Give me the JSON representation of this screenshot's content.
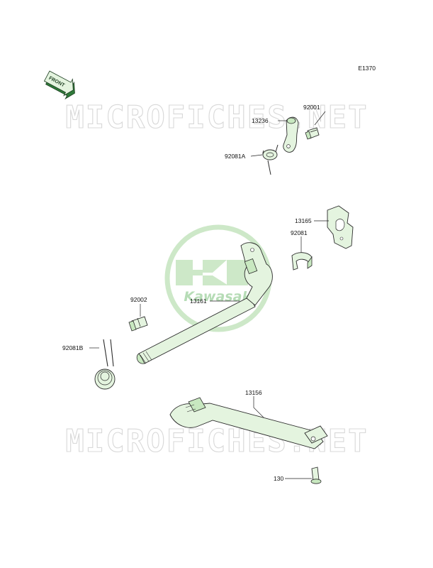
{
  "diagram_code": "E1370",
  "front_badge": "FRONT",
  "watermarks": [
    "MICROFICHES.NET",
    "MICROFICHES.NET"
  ],
  "logo_text": "Kawasaki",
  "colors": {
    "part_fill": "#e4f4df",
    "outline": "#2b2b2b",
    "watermark_green": "#b6dcb6"
  },
  "parts": [
    {
      "number": "92001"
    },
    {
      "number": "13236"
    },
    {
      "number": "92081A"
    },
    {
      "number": "13165"
    },
    {
      "number": "92081"
    },
    {
      "number": "92002"
    },
    {
      "number": "13161"
    },
    {
      "number": "92081B"
    },
    {
      "number": "13156"
    },
    {
      "number": "130"
    }
  ]
}
